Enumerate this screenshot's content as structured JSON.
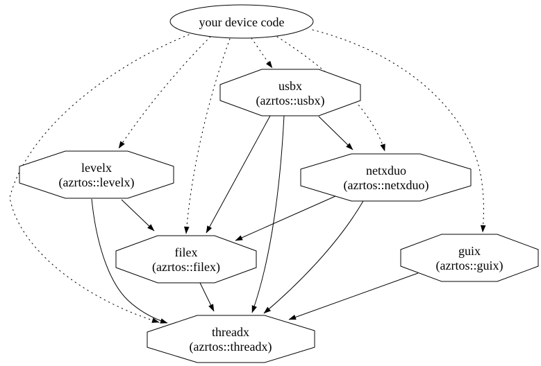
{
  "diagram": {
    "type": "dependency-graph",
    "background_color": "#ffffff",
    "line_color": "#000000",
    "nodes": {
      "device": {
        "label": "your device code",
        "shape": "ellipse"
      },
      "usbx": {
        "name": "usbx",
        "pkg": "(azrtos::usbx)",
        "shape": "octagon"
      },
      "levelx": {
        "name": "levelx",
        "pkg": "(azrtos::levelx)",
        "shape": "octagon"
      },
      "netxduo": {
        "name": "netxduo",
        "pkg": "(azrtos::netxduo)",
        "shape": "octagon"
      },
      "filex": {
        "name": "filex",
        "pkg": "(azrtos::filex)",
        "shape": "octagon"
      },
      "guix": {
        "name": "guix",
        "pkg": "(azrtos::guix)",
        "shape": "octagon"
      },
      "threadx": {
        "name": "threadx",
        "pkg": "(azrtos::threadx)",
        "shape": "octagon"
      }
    },
    "edges": [
      {
        "from": "your device code",
        "to": "usbx",
        "style": "dotted"
      },
      {
        "from": "your device code",
        "to": "levelx",
        "style": "dotted"
      },
      {
        "from": "your device code",
        "to": "netxduo",
        "style": "dotted"
      },
      {
        "from": "your device code",
        "to": "filex",
        "style": "dotted"
      },
      {
        "from": "your device code",
        "to": "guix",
        "style": "dotted"
      },
      {
        "from": "your device code",
        "to": "threadx",
        "style": "dotted"
      },
      {
        "from": "usbx",
        "to": "netxduo",
        "style": "solid"
      },
      {
        "from": "usbx",
        "to": "filex",
        "style": "solid"
      },
      {
        "from": "usbx",
        "to": "threadx",
        "style": "solid"
      },
      {
        "from": "levelx",
        "to": "filex",
        "style": "solid"
      },
      {
        "from": "levelx",
        "to": "threadx",
        "style": "solid"
      },
      {
        "from": "netxduo",
        "to": "filex",
        "style": "solid"
      },
      {
        "from": "netxduo",
        "to": "threadx",
        "style": "solid"
      },
      {
        "from": "filex",
        "to": "threadx",
        "style": "solid"
      },
      {
        "from": "guix",
        "to": "threadx",
        "style": "solid"
      }
    ]
  }
}
